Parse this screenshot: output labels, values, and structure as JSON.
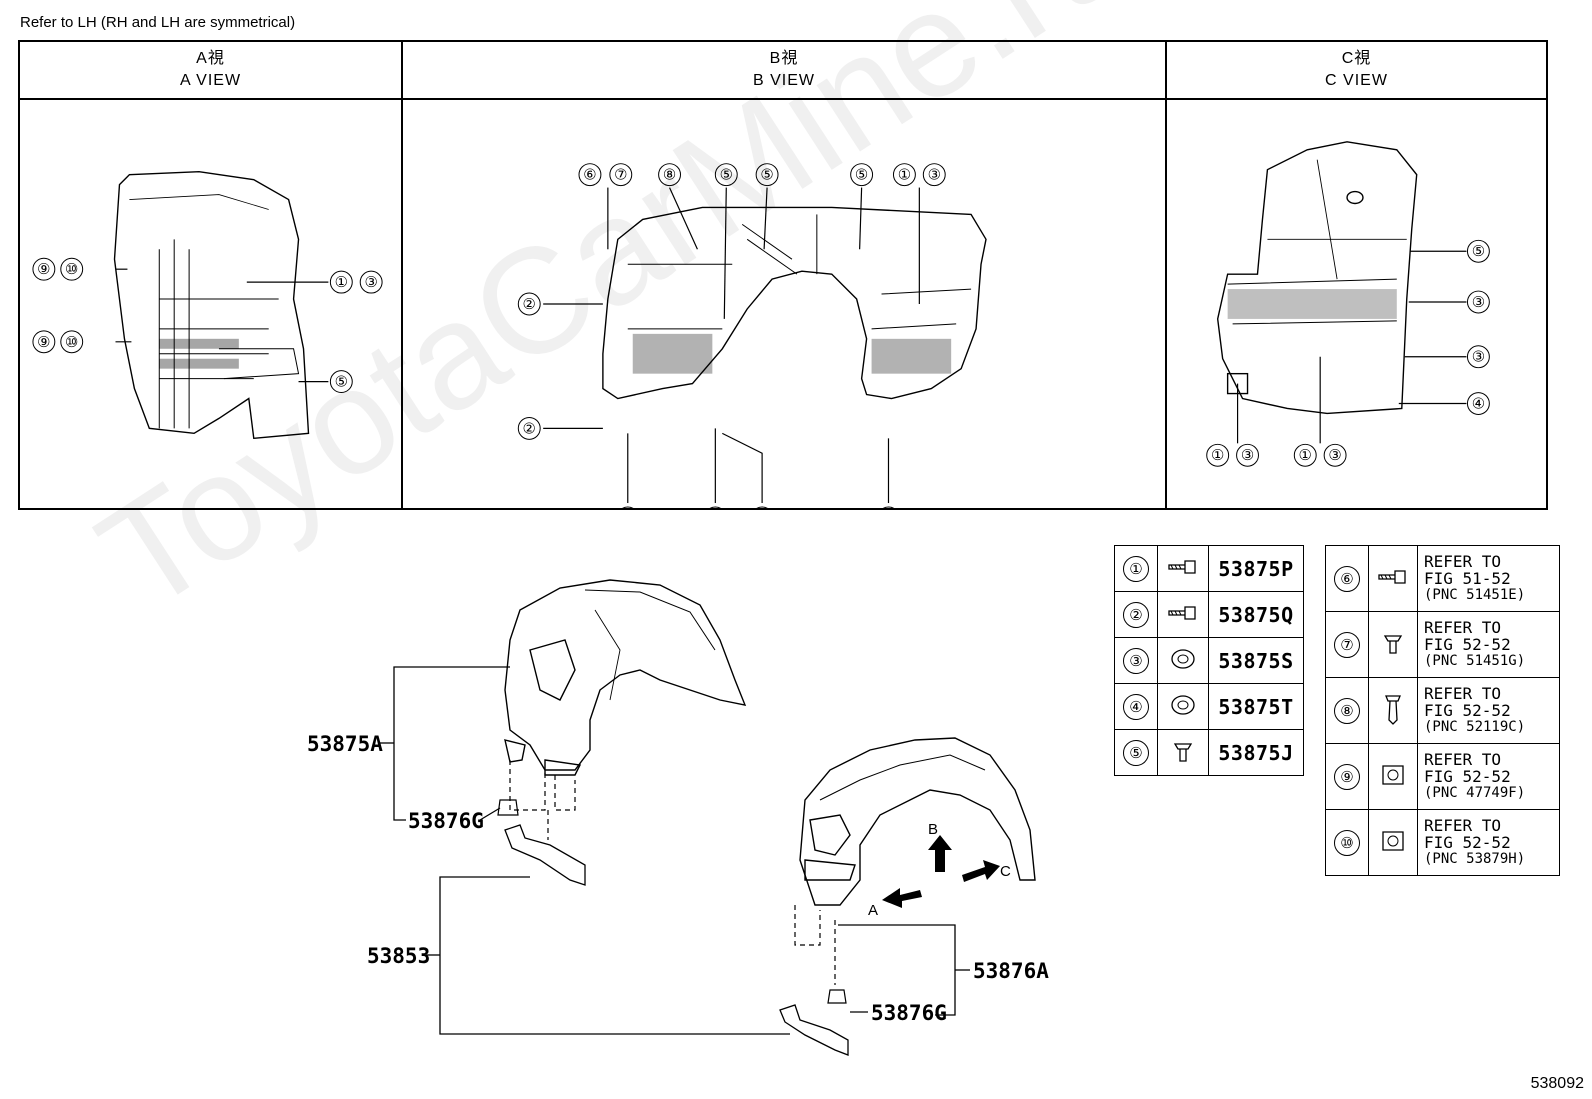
{
  "note": "Refer to LH (RH and LH are symmetrical)",
  "views": [
    {
      "jp": "A視",
      "en": "A VIEW"
    },
    {
      "jp": "B視",
      "en": "B VIEW"
    },
    {
      "jp": "C視",
      "en": "C VIEW"
    }
  ],
  "callouts": {
    "n1": "①",
    "n2": "②",
    "n3": "③",
    "n4": "④",
    "n5": "⑤",
    "n6": "⑥",
    "n7": "⑦",
    "n8": "⑧",
    "n9": "⑨",
    "n10": "⑩"
  },
  "parts": {
    "liner": "53875A",
    "nut_upper": "53876G",
    "bracket": "53853",
    "seal": "53876A",
    "nut_lower": "53876G"
  },
  "arrows": {
    "a": "A",
    "b": "B",
    "c": "C"
  },
  "legend_left": [
    {
      "num": "①",
      "icon": "screw-icon",
      "pc": "53875P"
    },
    {
      "num": "②",
      "icon": "screw-icon",
      "pc": "53875Q"
    },
    {
      "num": "③",
      "icon": "grommet-icon",
      "pc": "53875S"
    },
    {
      "num": "④",
      "icon": "grommet-icon",
      "pc": "53875T"
    },
    {
      "num": "⑤",
      "icon": "clip-icon",
      "pc": "53875J"
    }
  ],
  "legend_right": [
    {
      "num": "⑥",
      "icon": "screw-icon",
      "l1": "REFER TO",
      "l2": "FIG 51-52",
      "l3": "(PNC 51451E)"
    },
    {
      "num": "⑦",
      "icon": "clip-icon",
      "l1": "REFER TO",
      "l2": "FIG 52-52",
      "l3": "(PNC 51451G)"
    },
    {
      "num": "⑧",
      "icon": "rivet-icon",
      "l1": "REFER TO",
      "l2": "FIG 52-52",
      "l3": "(PNC 52119C)"
    },
    {
      "num": "⑨",
      "icon": "nut-icon",
      "l1": "REFER TO",
      "l2": "FIG 52-52",
      "l3": "(PNC 47749F)"
    },
    {
      "num": "⑩",
      "icon": "nut-icon",
      "l1": "REFER TO",
      "l2": "FIG 52-52",
      "l3": "(PNC 53879H)"
    }
  ],
  "figure_id": "538092",
  "watermark": "ToyotaCarMine.ru"
}
